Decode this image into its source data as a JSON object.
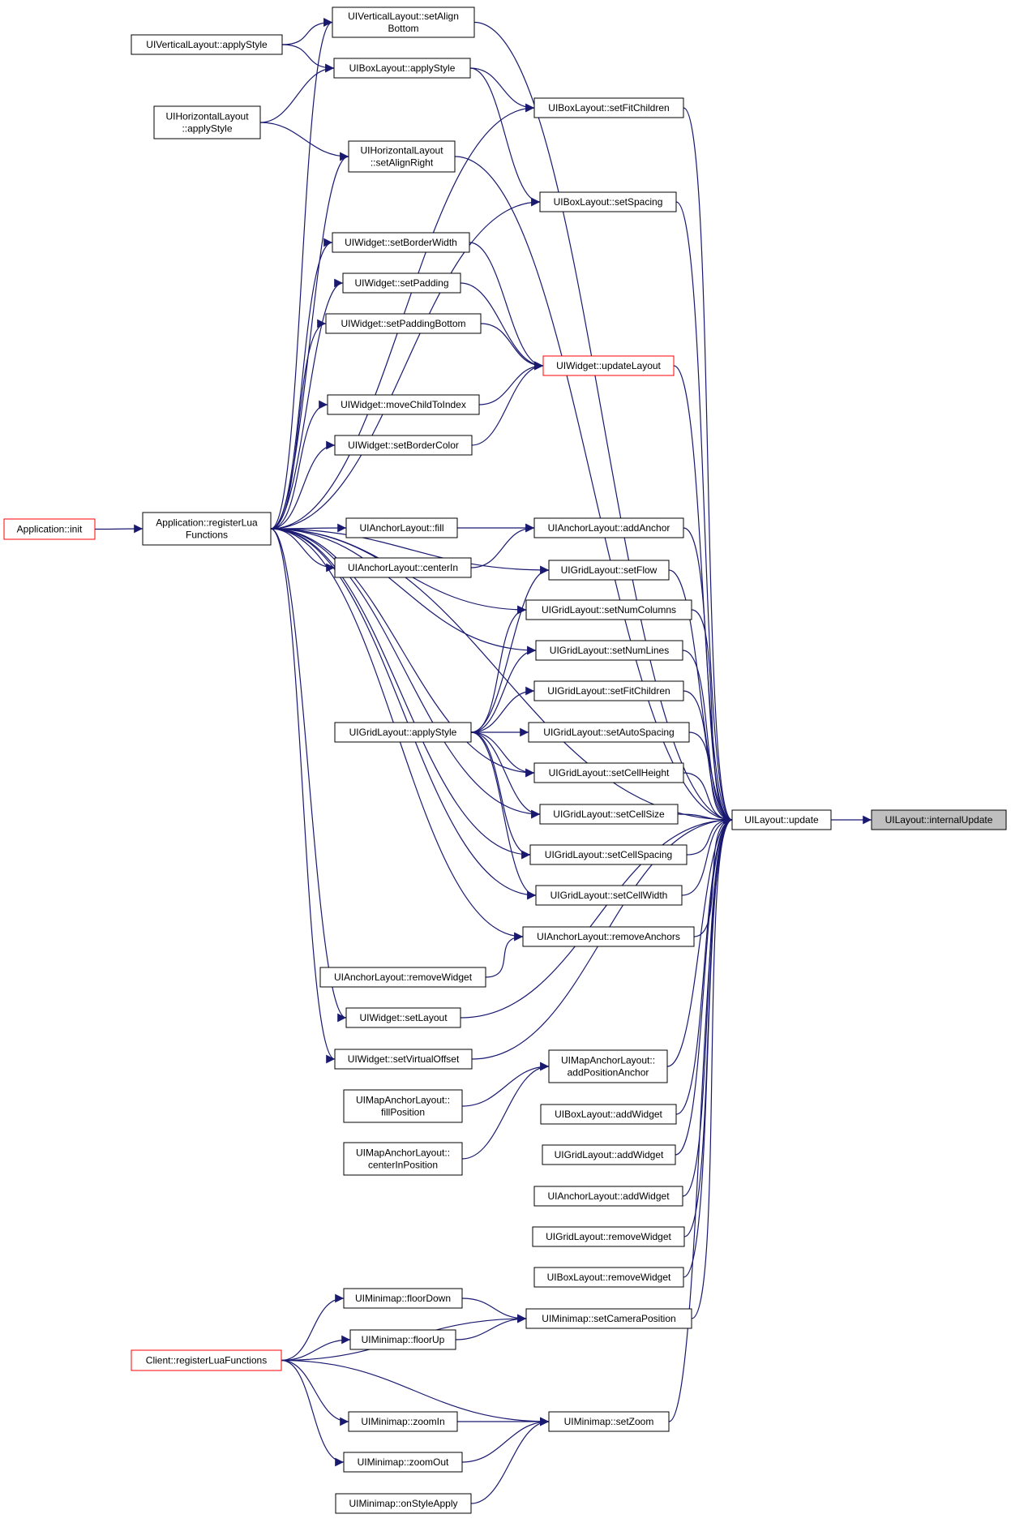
{
  "diagram": {
    "nodes": [
      {
        "id": "internalUpdate",
        "lines": [
          "UILayout::internalUpdate"
        ],
        "style": "grey"
      },
      {
        "id": "update",
        "lines": [
          "UILayout::update"
        ]
      },
      {
        "id": "vSetAlignBottom",
        "lines": [
          "UIVerticalLayout::setAlign",
          "Bottom"
        ]
      },
      {
        "id": "vApplyStyle",
        "lines": [
          "UIVerticalLayout::applyStyle"
        ]
      },
      {
        "id": "boxApplyStyle",
        "lines": [
          "UIBoxLayout::applyStyle"
        ]
      },
      {
        "id": "hApplyStyle",
        "lines": [
          "UIHorizontalLayout",
          "::applyStyle"
        ]
      },
      {
        "id": "boxSetFitChildren",
        "lines": [
          "UIBoxLayout::setFitChildren"
        ]
      },
      {
        "id": "hSetAlignRight",
        "lines": [
          "UIHorizontalLayout",
          "::setAlignRight"
        ]
      },
      {
        "id": "boxSetSpacing",
        "lines": [
          "UIBoxLayout::setSpacing"
        ]
      },
      {
        "id": "wSetBorderWidth",
        "lines": [
          "UIWidget::setBorderWidth"
        ]
      },
      {
        "id": "wSetPadding",
        "lines": [
          "UIWidget::setPadding"
        ]
      },
      {
        "id": "wSetPaddingBottom",
        "lines": [
          "UIWidget::setPaddingBottom"
        ]
      },
      {
        "id": "wUpdateLayout",
        "lines": [
          "UIWidget::updateLayout"
        ],
        "style": "red"
      },
      {
        "id": "wMoveChildToIndex",
        "lines": [
          "UIWidget::moveChildToIndex"
        ]
      },
      {
        "id": "wSetBorderColor",
        "lines": [
          "UIWidget::setBorderColor"
        ]
      },
      {
        "id": "appInit",
        "lines": [
          "Application::init"
        ],
        "style": "red"
      },
      {
        "id": "appRegister",
        "lines": [
          "Application::registerLua",
          "Functions"
        ]
      },
      {
        "id": "aFill",
        "lines": [
          "UIAnchorLayout::fill"
        ]
      },
      {
        "id": "aAddAnchor",
        "lines": [
          "UIAnchorLayout::addAnchor"
        ]
      },
      {
        "id": "aCenterIn",
        "lines": [
          "UIAnchorLayout::centerIn"
        ]
      },
      {
        "id": "gSetFlow",
        "lines": [
          "UIGridLayout::setFlow"
        ]
      },
      {
        "id": "gSetNumColumns",
        "lines": [
          "UIGridLayout::setNumColumns"
        ]
      },
      {
        "id": "gSetNumLines",
        "lines": [
          "UIGridLayout::setNumLines"
        ]
      },
      {
        "id": "gSetFitChildren",
        "lines": [
          "UIGridLayout::setFitChildren"
        ]
      },
      {
        "id": "gApplyStyle",
        "lines": [
          "UIGridLayout::applyStyle"
        ]
      },
      {
        "id": "gSetAutoSpacing",
        "lines": [
          "UIGridLayout::setAutoSpacing"
        ]
      },
      {
        "id": "gSetCellHeight",
        "lines": [
          "UIGridLayout::setCellHeight"
        ]
      },
      {
        "id": "gSetCellSize",
        "lines": [
          "UIGridLayout::setCellSize"
        ]
      },
      {
        "id": "gSetCellSpacing",
        "lines": [
          "UIGridLayout::setCellSpacing"
        ]
      },
      {
        "id": "gSetCellWidth",
        "lines": [
          "UIGridLayout::setCellWidth"
        ]
      },
      {
        "id": "aRemoveAnchors",
        "lines": [
          "UIAnchorLayout::removeAnchors"
        ]
      },
      {
        "id": "aRemoveWidget",
        "lines": [
          "UIAnchorLayout::removeWidget"
        ]
      },
      {
        "id": "wSetLayout",
        "lines": [
          "UIWidget::setLayout"
        ]
      },
      {
        "id": "wSetVirtualOffset",
        "lines": [
          "UIWidget::setVirtualOffset"
        ]
      },
      {
        "id": "mAddPositionAnchor",
        "lines": [
          "UIMapAnchorLayout::",
          "addPositionAnchor"
        ]
      },
      {
        "id": "mFillPosition",
        "lines": [
          "UIMapAnchorLayout::",
          "fillPosition"
        ]
      },
      {
        "id": "bAddWidget",
        "lines": [
          "UIBoxLayout::addWidget"
        ]
      },
      {
        "id": "mCenterInPosition",
        "lines": [
          "UIMapAnchorLayout::",
          "centerInPosition"
        ]
      },
      {
        "id": "gAddWidget",
        "lines": [
          "UIGridLayout::addWidget"
        ]
      },
      {
        "id": "aAddWidget",
        "lines": [
          "UIAnchorLayout::addWidget"
        ]
      },
      {
        "id": "gRemoveWidget",
        "lines": [
          "UIGridLayout::removeWidget"
        ]
      },
      {
        "id": "bRemoveWidget",
        "lines": [
          "UIBoxLayout::removeWidget"
        ]
      },
      {
        "id": "mmFloorDown",
        "lines": [
          "UIMinimap::floorDown"
        ]
      },
      {
        "id": "mmSetCameraPosition",
        "lines": [
          "UIMinimap::setCameraPosition"
        ]
      },
      {
        "id": "mmFloorUp",
        "lines": [
          "UIMinimap::floorUp"
        ]
      },
      {
        "id": "clientRegister",
        "lines": [
          "Client::registerLuaFunctions"
        ],
        "style": "red"
      },
      {
        "id": "mmZoomIn",
        "lines": [
          "UIMinimap::zoomIn"
        ]
      },
      {
        "id": "mmSetZoom",
        "lines": [
          "UIMinimap::setZoom"
        ]
      },
      {
        "id": "mmZoomOut",
        "lines": [
          "UIMinimap::zoomOut"
        ]
      },
      {
        "id": "mmOnStyleApply",
        "lines": [
          "UIMinimap::onStyleApply"
        ]
      }
    ],
    "edges": [
      [
        "update",
        "internalUpdate"
      ],
      [
        "vSetAlignBottom",
        "update"
      ],
      [
        "boxSetFitChildren",
        "update"
      ],
      [
        "hSetAlignRight",
        "update"
      ],
      [
        "boxSetSpacing",
        "update"
      ],
      [
        "wUpdateLayout",
        "update"
      ],
      [
        "appRegister",
        "update"
      ],
      [
        "aAddAnchor",
        "update"
      ],
      [
        "gSetFlow",
        "update"
      ],
      [
        "gSetNumColumns",
        "update"
      ],
      [
        "gSetNumLines",
        "update"
      ],
      [
        "gSetFitChildren",
        "update"
      ],
      [
        "gSetAutoSpacing",
        "update"
      ],
      [
        "gSetCellHeight",
        "update"
      ],
      [
        "gSetCellSize",
        "update"
      ],
      [
        "gSetCellSpacing",
        "update"
      ],
      [
        "gSetCellWidth",
        "update"
      ],
      [
        "aRemoveAnchors",
        "update"
      ],
      [
        "wSetLayout",
        "update"
      ],
      [
        "wSetVirtualOffset",
        "update"
      ],
      [
        "mAddPositionAnchor",
        "update"
      ],
      [
        "bAddWidget",
        "update"
      ],
      [
        "gAddWidget",
        "update"
      ],
      [
        "aAddWidget",
        "update"
      ],
      [
        "gRemoveWidget",
        "update"
      ],
      [
        "bRemoveWidget",
        "update"
      ],
      [
        "mmSetCameraPosition",
        "update"
      ],
      [
        "mmSetZoom",
        "update"
      ],
      [
        "vApplyStyle",
        "vSetAlignBottom"
      ],
      [
        "appRegister",
        "vSetAlignBottom"
      ],
      [
        "vApplyStyle",
        "boxApplyStyle"
      ],
      [
        "hApplyStyle",
        "boxApplyStyle"
      ],
      [
        "boxApplyStyle",
        "boxSetFitChildren"
      ],
      [
        "appRegister",
        "boxSetFitChildren"
      ],
      [
        "boxApplyStyle",
        "boxSetSpacing"
      ],
      [
        "appRegister",
        "boxSetSpacing"
      ],
      [
        "hApplyStyle",
        "hSetAlignRight"
      ],
      [
        "appRegister",
        "hSetAlignRight"
      ],
      [
        "appRegister",
        "wSetBorderWidth"
      ],
      [
        "appRegister",
        "wSetPadding"
      ],
      [
        "appRegister",
        "wSetPaddingBottom"
      ],
      [
        "appRegister",
        "wMoveChildToIndex"
      ],
      [
        "appRegister",
        "wSetBorderColor"
      ],
      [
        "wSetBorderWidth",
        "wUpdateLayout"
      ],
      [
        "wSetPadding",
        "wUpdateLayout"
      ],
      [
        "wSetPaddingBottom",
        "wUpdateLayout"
      ],
      [
        "wMoveChildToIndex",
        "wUpdateLayout"
      ],
      [
        "wSetBorderColor",
        "wUpdateLayout"
      ],
      [
        "appInit",
        "appRegister"
      ],
      [
        "appRegister",
        "aFill"
      ],
      [
        "aFill",
        "aAddAnchor"
      ],
      [
        "appRegister",
        "aCenterIn"
      ],
      [
        "aCenterIn",
        "aAddAnchor"
      ],
      [
        "appRegister",
        "gSetFlow"
      ],
      [
        "appRegister",
        "gSetNumColumns"
      ],
      [
        "appRegister",
        "gSetNumLines"
      ],
      [
        "appRegister",
        "gSetCellHeight"
      ],
      [
        "appRegister",
        "gSetCellSize"
      ],
      [
        "appRegister",
        "gSetCellSpacing"
      ],
      [
        "appRegister",
        "gSetCellWidth"
      ],
      [
        "appRegister",
        "aRemoveAnchors"
      ],
      [
        "appRegister",
        "wSetLayout"
      ],
      [
        "appRegister",
        "wSetVirtualOffset"
      ],
      [
        "gApplyStyle",
        "gSetFlow"
      ],
      [
        "gApplyStyle",
        "gSetNumColumns"
      ],
      [
        "gApplyStyle",
        "gSetNumLines"
      ],
      [
        "gApplyStyle",
        "gSetFitChildren"
      ],
      [
        "gApplyStyle",
        "gSetAutoSpacing"
      ],
      [
        "gApplyStyle",
        "gSetCellHeight"
      ],
      [
        "gApplyStyle",
        "gSetCellSize"
      ],
      [
        "gApplyStyle",
        "gSetCellSpacing"
      ],
      [
        "gApplyStyle",
        "gSetCellWidth"
      ],
      [
        "aRemoveWidget",
        "aRemoveAnchors"
      ],
      [
        "mFillPosition",
        "mAddPositionAnchor"
      ],
      [
        "mCenterInPosition",
        "mAddPositionAnchor"
      ],
      [
        "mmFloorDown",
        "mmSetCameraPosition"
      ],
      [
        "mmFloorUp",
        "mmSetCameraPosition"
      ],
      [
        "clientRegister",
        "mmSetCameraPosition"
      ],
      [
        "clientRegister",
        "mmFloorDown"
      ],
      [
        "clientRegister",
        "mmFloorUp"
      ],
      [
        "clientRegister",
        "mmZoomIn"
      ],
      [
        "clientRegister",
        "mmZoomOut"
      ],
      [
        "clientRegister",
        "mmSetZoom"
      ],
      [
        "mmZoomIn",
        "mmSetZoom"
      ],
      [
        "mmZoomOut",
        "mmSetZoom"
      ],
      [
        "mmOnStyleApply",
        "mmSetZoom"
      ]
    ]
  }
}
